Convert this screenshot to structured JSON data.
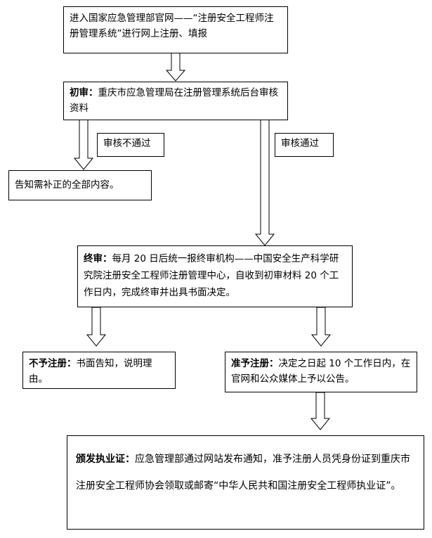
{
  "steps": {
    "register": {
      "text": "进入国家应急管理部官网——“注册安全工程师注册管理系统”进行网上注册、填报"
    },
    "initial_review": {
      "label": "初审",
      "text": "重庆市应急管理局在注册管理系统后台审核资料"
    },
    "supplement": {
      "text": "告知需补正的全部内容。"
    },
    "final_review": {
      "label": "终审",
      "text": "每月 20 日后统一报终审机构——中国安全生产科学研究院注册安全工程师注册管理中心，自收到初审材料 20 个工作日内，完成终审并出具书面决定。"
    },
    "reject": {
      "label": "不予注册",
      "text": "书面告知，说明理由。"
    },
    "approve": {
      "label": "准予注册",
      "text": "决定之日起 10 个工作日内，在官网和公众媒体上予以公告。"
    },
    "license": {
      "label": "颁发执业证",
      "text": "应急管理部通过网站发布通知，准予注册人员凭身份证到重庆市注册安全工程师协会领取或邮寄“中华人民共和国注册安全工程师执业证”。"
    }
  },
  "edges": {
    "fail_label": "审核不通过",
    "pass_label": "审核通过"
  }
}
